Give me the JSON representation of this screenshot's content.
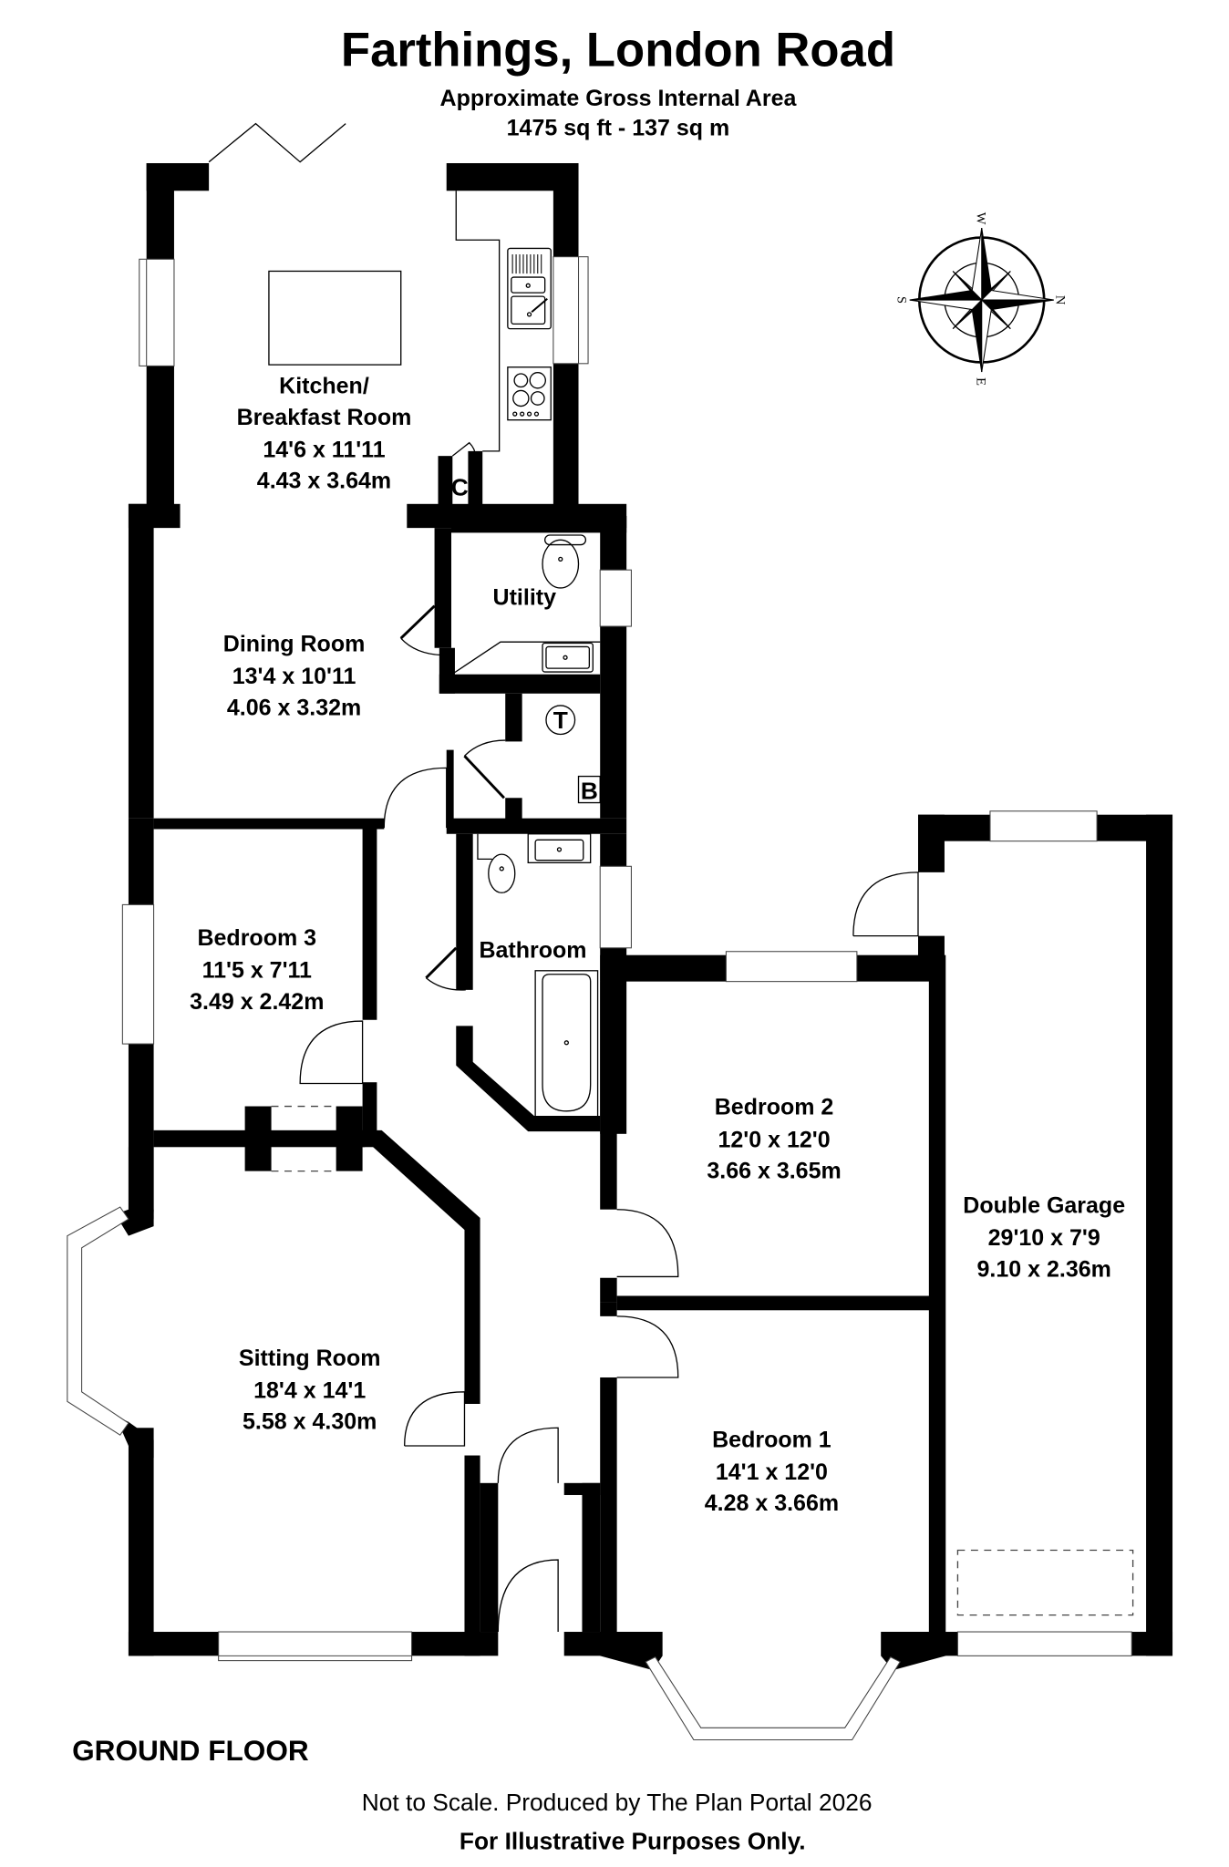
{
  "header": {
    "title": "Farthings, London Road",
    "subtitle": "Approximate Gross Internal Area",
    "area": "1475 sq ft - 137 sq m"
  },
  "compass": {
    "top": "W",
    "right": "N",
    "bottom": "E",
    "left": "S"
  },
  "rooms": {
    "kitchen": {
      "name_line1": "Kitchen/",
      "name_line2": "Breakfast Room",
      "imperial": "14'6 x 11'11",
      "metric": "4.43 x 3.64m"
    },
    "dining": {
      "name": "Dining Room",
      "imperial": "13'4 x 10'11",
      "metric": "4.06 x 3.32m"
    },
    "utility": {
      "name": "Utility"
    },
    "bathroom": {
      "name": "Bathroom"
    },
    "bedroom3": {
      "name": "Bedroom 3",
      "imperial": "11'5 x 7'11",
      "metric": "3.49 x 2.42m"
    },
    "bedroom2": {
      "name": "Bedroom 2",
      "imperial": "12'0 x 12'0",
      "metric": "3.66 x 3.65m"
    },
    "bedroom1": {
      "name": "Bedroom 1",
      "imperial": "14'1 x 12'0",
      "metric": "4.28 x 3.66m"
    },
    "sitting": {
      "name": "Sitting Room",
      "imperial": "18'4 x 14'1",
      "metric": "5.58 x 4.30m"
    },
    "garage": {
      "name": "Double Garage",
      "imperial": "29'10 x 7'9",
      "metric": "9.10 x 2.36m"
    }
  },
  "markers": {
    "cupboard": "C",
    "tank": "T",
    "boiler": "B"
  },
  "floor_label": "GROUND FLOOR",
  "footer": {
    "line1": "Not to Scale. Produced by The Plan Portal 2026",
    "line2": "For Illustrative Purposes Only."
  }
}
